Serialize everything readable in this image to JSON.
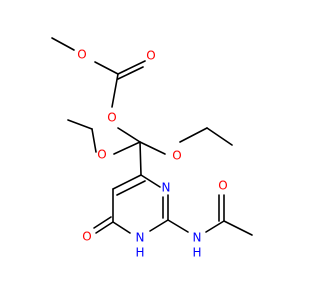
{
  "molecule": {
    "colors": {
      "bond": "#000000",
      "O": "#ff0000",
      "N": "#0000ff",
      "background": "#ffffff"
    },
    "labels": {
      "o_carbonyl_top": "O",
      "o_ester_left": "O",
      "o_ester_mid": "O",
      "o_ethoxy_left": "O",
      "o_ethoxy_right": "O",
      "n_ring_right": "N",
      "nh_ring": "N",
      "nh_ring_h": "H",
      "n_amide": "N",
      "n_amide_h": "H",
      "o_acetyl": "O",
      "o_ring_carbonyl": "O"
    }
  }
}
